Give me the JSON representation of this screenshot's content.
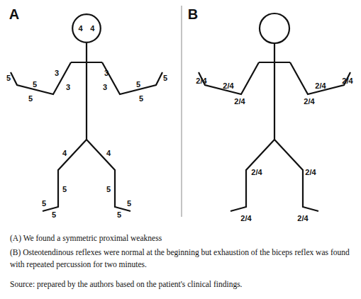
{
  "diagram": {
    "nodes": [
      {
        "text": [
          "4",
          "4"
        ]
      }
    ],
    "labels": [
      "A",
      "5",
      "5",
      "5",
      "3",
      "3",
      "3",
      "3",
      "5",
      "5",
      "5",
      "4",
      "4",
      "5",
      "5",
      "5",
      "5",
      "5",
      "5",
      "B",
      "2/4",
      "2/4",
      "2/4",
      "2/4",
      "2/4",
      "2/4",
      "2/4",
      "2/4",
      "2/4",
      "2/4",
      "(A) We found a symmetric proximal weakness",
      "(B) Osteotendinous reflexes were normal at the beginning but exhaustion of the biceps reflex was found with repeated percussion for two minutes.",
      "Source: prepared by the authors based on the patient's clinical findings."
    ]
  }
}
